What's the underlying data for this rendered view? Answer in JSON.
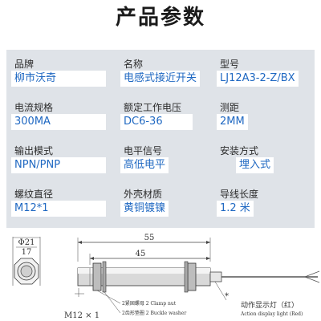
{
  "title": "产品参数",
  "specs": [
    [
      {
        "label": "品牌",
        "value": "柳市沃奇"
      },
      {
        "label": "名称",
        "value": "电感式接近开关"
      },
      {
        "label": "型号",
        "value": "LJ12A3-2-Z/BX"
      }
    ],
    [
      {
        "label": "电流规格",
        "value": "300MA"
      },
      {
        "label": "额定工作电压",
        "value": "DC6-36"
      },
      {
        "label": "测距",
        "value": "2MM"
      }
    ],
    [
      {
        "label": "输出模式",
        "value": "NPN/PNP"
      },
      {
        "label": "电平信号",
        "value": "高低电平"
      },
      {
        "label": "安装方式",
        "value": "埋入式"
      }
    ],
    [
      {
        "label": "螺纹直径",
        "value": "M12*1"
      },
      {
        "label": "外壳材质",
        "value": "黄铜镀镍"
      },
      {
        "label": "导线长度",
        "value": "1.2 米"
      }
    ]
  ],
  "diagram": {
    "dim_total": "55",
    "dim_body": "45",
    "dia_outer": "Φ21",
    "dia_inner": "17",
    "thread": "M12 × 1",
    "nut_cn": "2紧固螺母",
    "nut_en": "2 Clamp nut",
    "washer_cn": "2齿形垫圈",
    "washer_en": "2 Buckle washer",
    "indicator_mark": "*",
    "indicator_cn": "动作显示灯（红）",
    "indicator_en": "Action display light (Red)"
  },
  "colors": {
    "value_text": "#1f68c2",
    "table_bg": "#dfe3e8",
    "title_text": "#1a1a1a"
  }
}
